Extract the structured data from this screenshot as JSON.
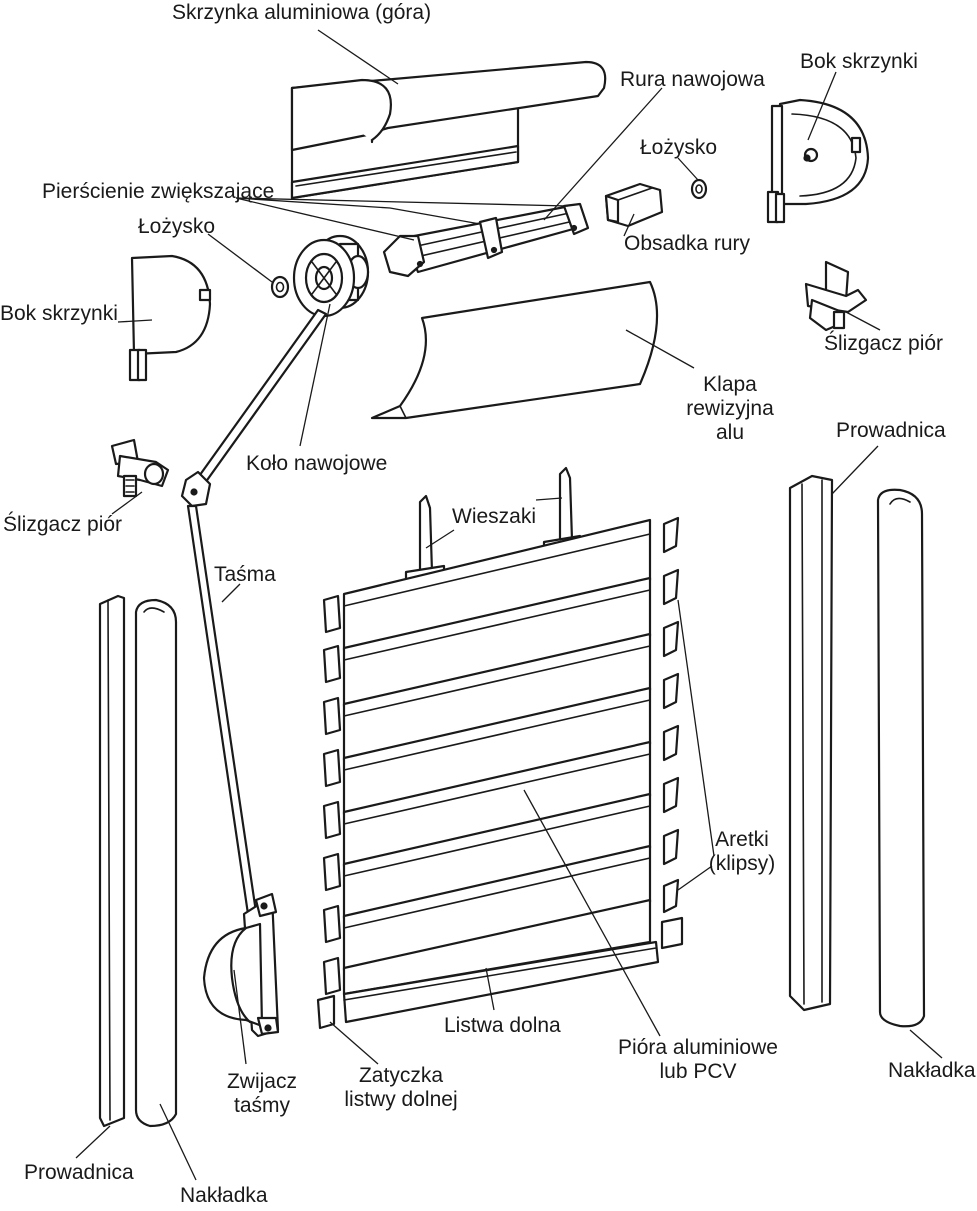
{
  "labels": {
    "box_top": "Skrzynka aluminiowa (góra)",
    "roll_tube": "Rura nawojowa",
    "box_side_right": "Bok skrzynki",
    "bearing_right": "Łożysko",
    "rings": "Pierścienie zwiększające",
    "bearing_left": "Łożysko",
    "tube_holder": "Obsadka rury",
    "box_side_left": "Bok skrzynki",
    "slat_slider_right": "Ślizgacz piór",
    "inspection_flap": [
      "Klapa",
      "rewizyjna",
      "alu"
    ],
    "winding_wheel": "Koło nawojowe",
    "guide_right": "Prowadnica",
    "slat_slider_left": "Ślizgacz piór",
    "hangers": "Wieszaki",
    "strap": "Taśma",
    "clips": [
      "Aretki",
      "(klipsy)"
    ],
    "winder": [
      "Zwijacz",
      "taśmy"
    ],
    "end_cap": [
      "Zatyczka",
      "listwy dolnej"
    ],
    "bottom_bar": "Listwa dolna",
    "slats": [
      "Pióra aluminiowe",
      "lub PCV"
    ],
    "cover_right": "Nakładka",
    "guide_left": "Prowadnica",
    "cover_left": "Nakładka"
  }
}
